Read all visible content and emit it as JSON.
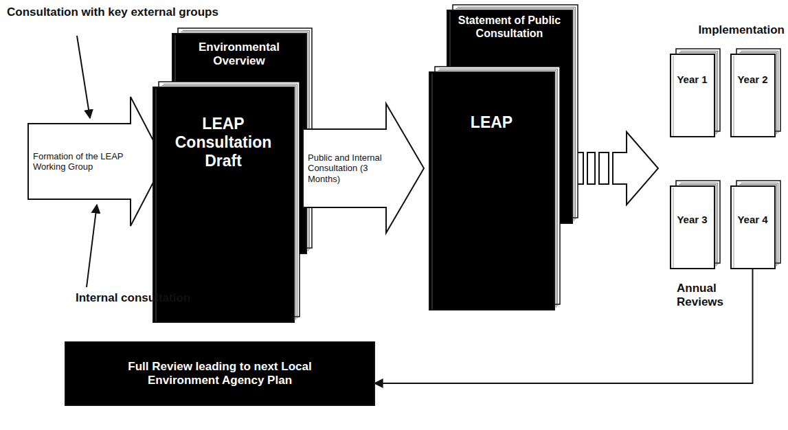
{
  "diagram": {
    "nodes": [
      {
        "text": [
          "Formation of the LEAP Working Group"
        ]
      },
      {
        "text": [
          "Environmental Overview"
        ]
      },
      {
        "text": [
          "LEAP Consultation Draft"
        ]
      },
      {
        "text": [
          "Public and Internal Consultation (3 Months)"
        ]
      },
      {
        "text": [
          "Statement of Public Consultation"
        ]
      },
      {
        "text": [
          "LEAP"
        ]
      },
      {
        "text": [
          "Year 1"
        ]
      },
      {
        "text": [
          "Year 2"
        ]
      },
      {
        "text": [
          "Year 3"
        ]
      },
      {
        "text": [
          "Year 4"
        ]
      },
      {
        "text": [
          "Full Review leading to next Local Environment Agency Plan"
        ]
      }
    ],
    "edges": [
      {
        "from": 9,
        "to": 10,
        "arrow": "to"
      }
    ],
    "labels": [
      "Consultation with key external groups",
      "Internal consultation",
      "Implementation",
      "Annual Reviews"
    ]
  }
}
